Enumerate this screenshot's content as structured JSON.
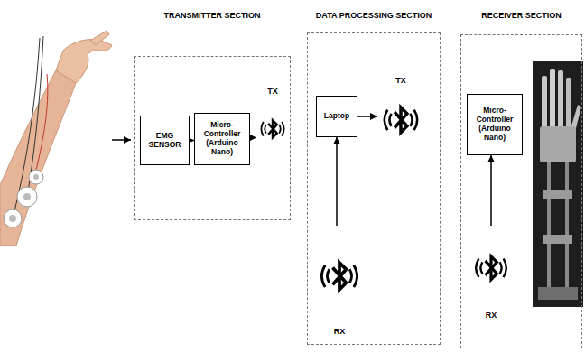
{
  "diagram": {
    "nodes": [
      {
        "text": [
          "TRANSMITTER SECTION"
        ]
      },
      {
        "text": [
          "EMG SENSOR"
        ],
        "in": 0
      },
      {
        "text": [
          "Micro- Controller (Arduino Nano)"
        ],
        "in": 0
      },
      {
        "text": [
          "TX"
        ],
        "in": 0
      },
      {
        "text": [
          "DATA PROCESSING SECTION"
        ]
      },
      {
        "text": [
          "Laptop"
        ],
        "in": 4
      },
      {
        "text": [
          "TX"
        ],
        "in": 4
      },
      {
        "text": [
          "RX"
        ],
        "in": 4
      },
      {
        "text": [
          "RECEIVER SECTION"
        ]
      },
      {
        "text": [
          "Micro- Controller (Arduino Nano)"
        ],
        "in": 8
      },
      {
        "text": [
          "RX"
        ],
        "in": 8
      }
    ],
    "edges": [
      {
        "from": 1,
        "to": 2,
        "arrow": "to"
      },
      {
        "from": 2,
        "to": 3,
        "arrow": "to"
      },
      {
        "from": 7,
        "to": 5,
        "arrow": "to"
      },
      {
        "from": 5,
        "to": 6,
        "arrow": "to"
      },
      {
        "from": 10,
        "to": 9,
        "arrow": "to"
      }
    ]
  }
}
